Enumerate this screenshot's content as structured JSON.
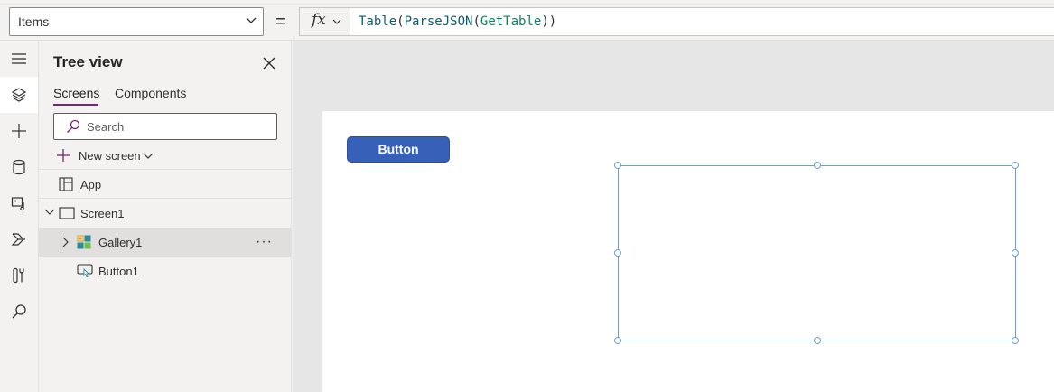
{
  "formula_bar": {
    "property": "Items",
    "equals": "=",
    "fx": "fx",
    "formula_tokens": [
      {
        "text": "Table",
        "kind": "fn"
      },
      {
        "text": "(",
        "kind": "pn"
      },
      {
        "text": "ParseJSON",
        "kind": "fn"
      },
      {
        "text": "(",
        "kind": "pn"
      },
      {
        "text": "GetTable",
        "kind": "id"
      },
      {
        "text": "))",
        "kind": "pn"
      }
    ]
  },
  "rail": {
    "icons": [
      "hamburger-menu-icon",
      "tree-view-icon",
      "insert-icon",
      "data-icon",
      "media-icon",
      "power-automate-icon",
      "advanced-tools-icon",
      "search-icon"
    ],
    "active": "tree-view-icon"
  },
  "tree_view": {
    "title": "Tree view",
    "tabs": {
      "screens": "Screens",
      "components": "Components"
    },
    "search_placeholder": "Search",
    "new_screen": "New screen",
    "items": {
      "app": "App",
      "screen1": "Screen1",
      "gallery1": "Gallery1",
      "button1": "Button1"
    },
    "more": "···"
  },
  "canvas": {
    "button_label": "Button"
  },
  "colors": {
    "accent": "#742774",
    "button_fill": "#3761b9",
    "selection": "#6b9fd6",
    "panel_bg": "#f3f2f1",
    "canvas_bg": "#e6e6e6"
  }
}
